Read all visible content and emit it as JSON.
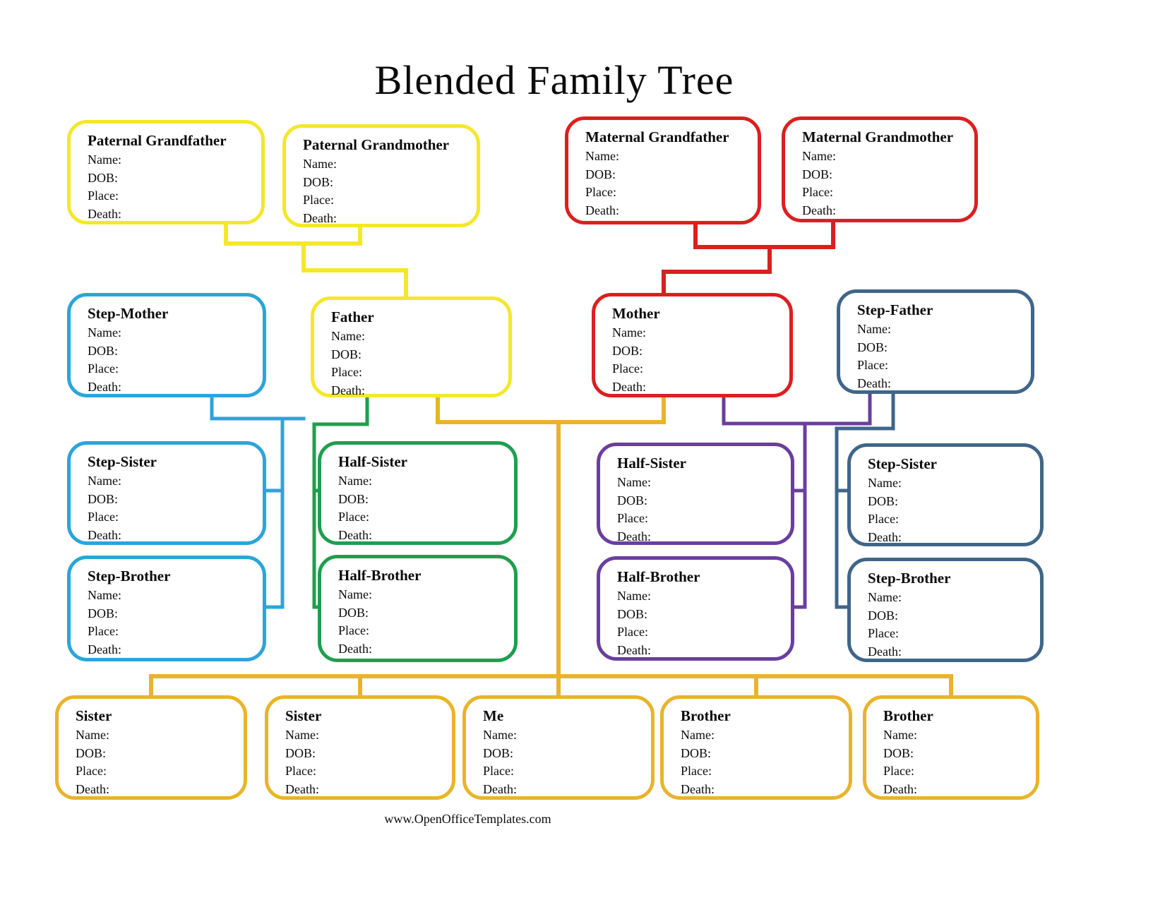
{
  "page": {
    "title": "Blended Family Tree",
    "footer": "www.OpenOfficeTemplates.com"
  },
  "fields": [
    "Name:",
    "DOB:",
    "Place:",
    "Death:"
  ],
  "colors": {
    "yellow": "#f4e72c",
    "red": "#dc1f1f",
    "light_blue": "#2aa5da",
    "green": "#1f9e4e",
    "purple": "#6a3e9e",
    "dark_blue": "#3f6689",
    "gold": "#e9b32b"
  },
  "boxes": [
    {
      "label": "Paternal Grandfather",
      "color": "yellow"
    },
    {
      "label": "Paternal Grandmother",
      "color": "yellow"
    },
    {
      "label": "Maternal Grandfather",
      "color": "red"
    },
    {
      "label": "Maternal Grandmother",
      "color": "red"
    },
    {
      "label": "Step-Mother",
      "color": "light_blue"
    },
    {
      "label": "Father",
      "color": "yellow"
    },
    {
      "label": "Mother",
      "color": "red"
    },
    {
      "label": "Step-Father",
      "color": "dark_blue"
    },
    {
      "label": "Step-Sister",
      "color": "light_blue"
    },
    {
      "label": "Half-Sister",
      "color": "green"
    },
    {
      "label": "Half-Sister",
      "color": "purple"
    },
    {
      "label": "Step-Sister",
      "color": "dark_blue"
    },
    {
      "label": "Step-Brother",
      "color": "light_blue"
    },
    {
      "label": "Half-Brother",
      "color": "green"
    },
    {
      "label": "Half-Brother",
      "color": "purple"
    },
    {
      "label": "Step-Brother",
      "color": "dark_blue"
    },
    {
      "label": "Sister",
      "color": "gold"
    },
    {
      "label": "Sister",
      "color": "gold"
    },
    {
      "label": "Me",
      "color": "gold"
    },
    {
      "label": "Brother",
      "color": "gold"
    },
    {
      "label": "Brother",
      "color": "gold"
    }
  ]
}
